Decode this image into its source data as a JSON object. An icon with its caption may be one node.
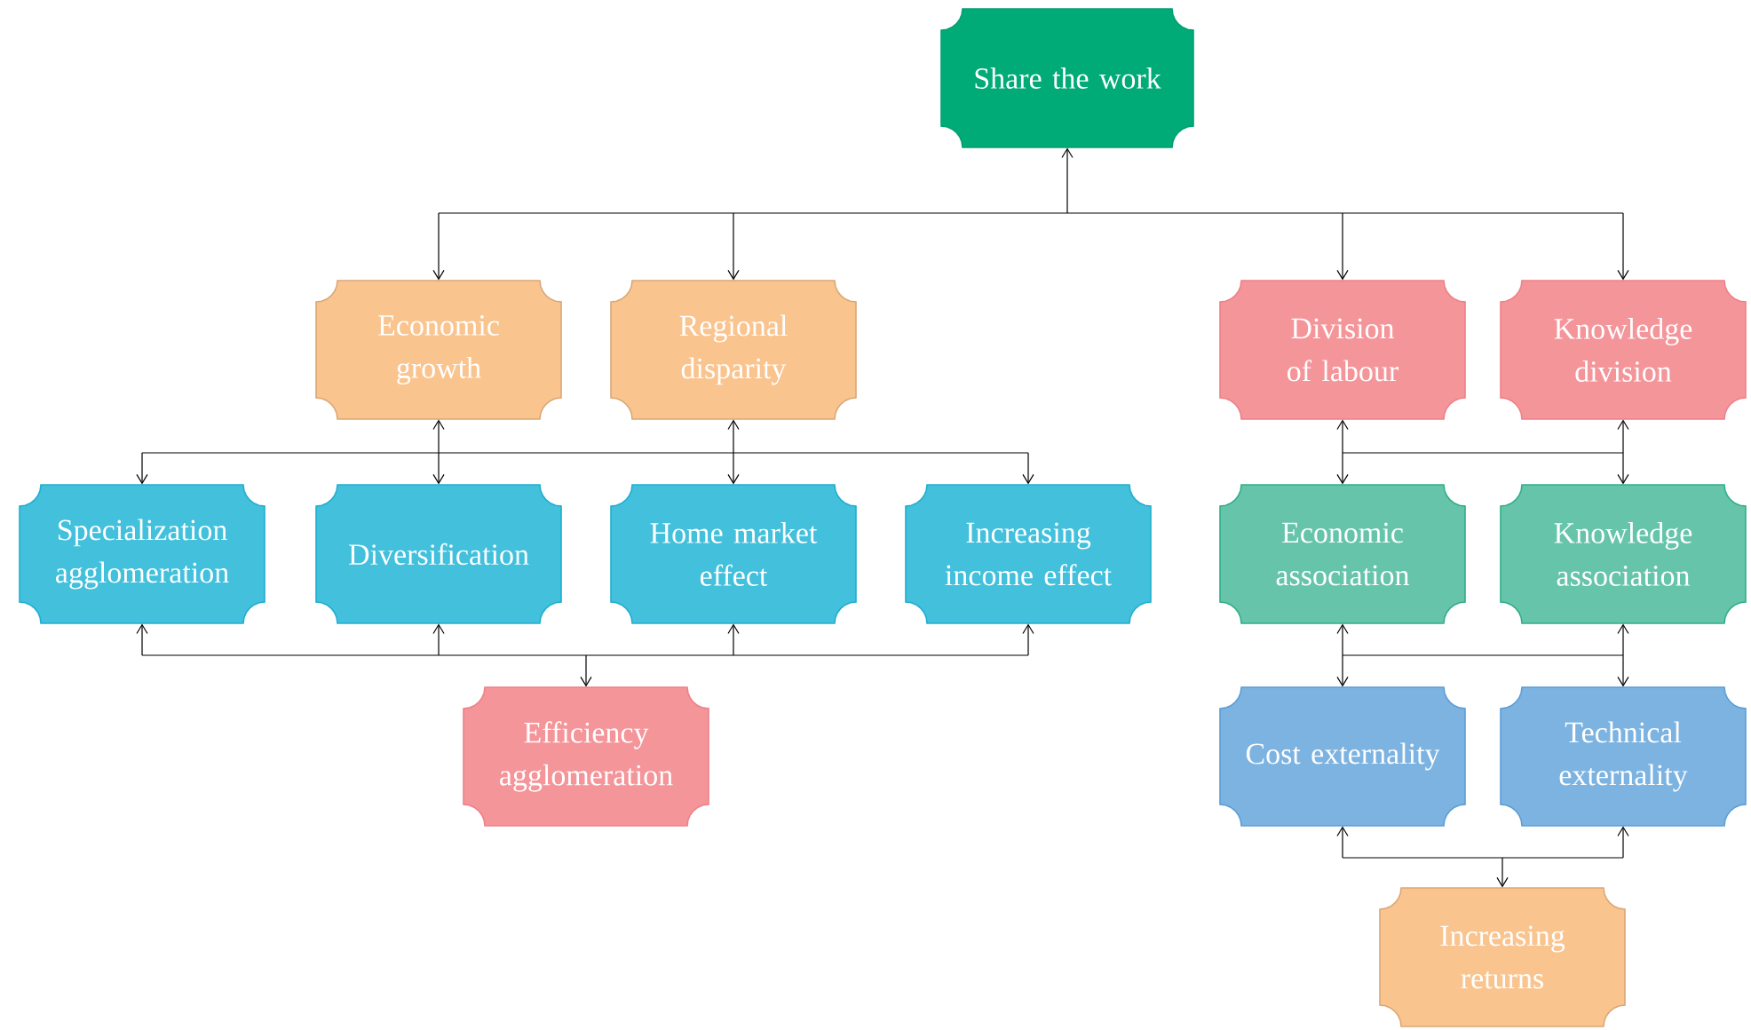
{
  "diagram": {
    "nodes": [
      {
        "text": [
          "Share the work"
        ]
      },
      {
        "text": [
          "Economic growth"
        ]
      },
      {
        "text": [
          "Regional disparity"
        ]
      },
      {
        "text": [
          "Division of labour"
        ]
      },
      {
        "text": [
          "Knowledge division"
        ]
      },
      {
        "text": [
          "Specialization agglomeration"
        ]
      },
      {
        "text": [
          "Diversification"
        ]
      },
      {
        "text": [
          "Home market effect"
        ]
      },
      {
        "text": [
          "Increasing income effect"
        ]
      },
      {
        "text": [
          "Economic association"
        ]
      },
      {
        "text": [
          "Knowledge association"
        ]
      },
      {
        "text": [
          "Efficiency agglomeration"
        ]
      },
      {
        "text": [
          "Cost externality"
        ]
      },
      {
        "text": [
          "Technical externality"
        ]
      },
      {
        "text": [
          "Increasing returns"
        ]
      }
    ],
    "edges": [
      {
        "from": 0,
        "to": 1,
        "arrow": "both"
      },
      {
        "from": 0,
        "to": 2,
        "arrow": "both"
      },
      {
        "from": 0,
        "to": 3,
        "arrow": "both"
      },
      {
        "from": 0,
        "to": 4,
        "arrow": "both"
      },
      {
        "from": 1,
        "to": 5,
        "arrow": "both"
      },
      {
        "from": 1,
        "to": 6,
        "arrow": "both"
      },
      {
        "from": 1,
        "to": 7,
        "arrow": "both"
      },
      {
        "from": 1,
        "to": 8,
        "arrow": "both"
      },
      {
        "from": 2,
        "to": 5,
        "arrow": "both"
      },
      {
        "from": 2,
        "to": 6,
        "arrow": "both"
      },
      {
        "from": 2,
        "to": 7,
        "arrow": "both"
      },
      {
        "from": 2,
        "to": 8,
        "arrow": "both"
      },
      {
        "from": 5,
        "to": 11,
        "arrow": "both"
      },
      {
        "from": 6,
        "to": 11,
        "arrow": "both"
      },
      {
        "from": 7,
        "to": 11,
        "arrow": "both"
      },
      {
        "from": 8,
        "to": 11,
        "arrow": "both"
      },
      {
        "from": 3,
        "to": 9,
        "arrow": "both"
      },
      {
        "from": 3,
        "to": 10,
        "arrow": "both"
      },
      {
        "from": 4,
        "to": 9,
        "arrow": "both"
      },
      {
        "from": 4,
        "to": 10,
        "arrow": "both"
      },
      {
        "from": 9,
        "to": 12,
        "arrow": "both"
      },
      {
        "from": 9,
        "to": 13,
        "arrow": "both"
      },
      {
        "from": 10,
        "to": 12,
        "arrow": "both"
      },
      {
        "from": 10,
        "to": 13,
        "arrow": "both"
      },
      {
        "from": 12,
        "to": 14,
        "arrow": "both"
      },
      {
        "from": 13,
        "to": 14,
        "arrow": "both"
      }
    ]
  }
}
